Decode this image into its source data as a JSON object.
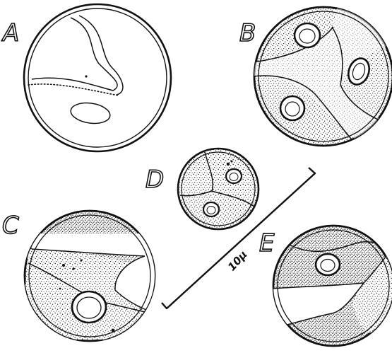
{
  "figure": {
    "cells": [
      {
        "label": "A"
      },
      {
        "label": "B"
      },
      {
        "label": "C"
      },
      {
        "label": "D"
      },
      {
        "label": "E"
      }
    ],
    "scale_bar": {
      "label": "10μ"
    }
  }
}
